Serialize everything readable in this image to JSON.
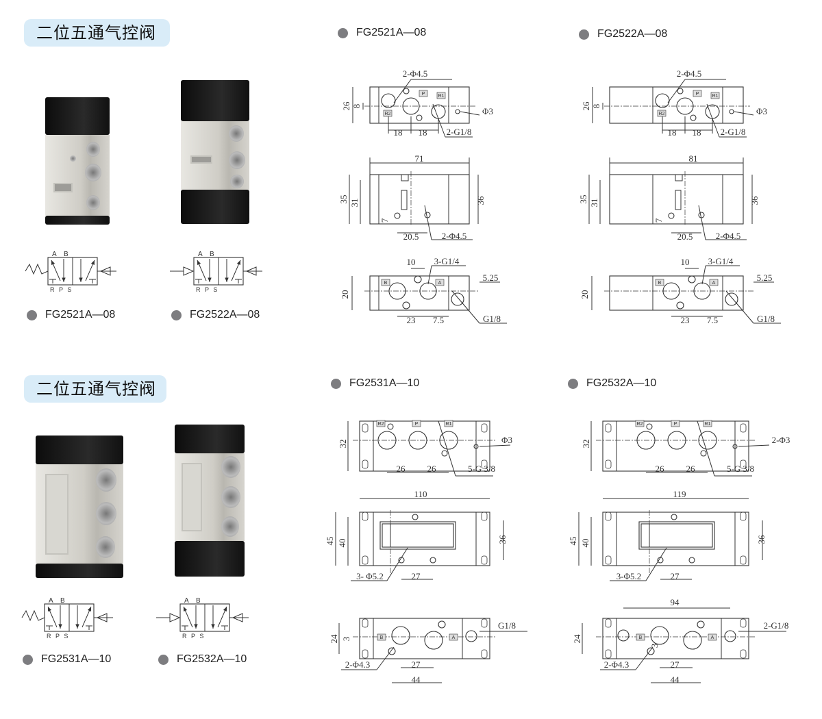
{
  "sections": [
    {
      "title": "二位五通气控阀",
      "products": [
        {
          "model": "FG2521A—08",
          "symbol": {
            "top": [
              "A",
              "B"
            ],
            "bottom": "R P S",
            "actuation": "spring-pilot"
          }
        },
        {
          "model": "FG2522A—08",
          "symbol": {
            "top": [
              "A",
              "B"
            ],
            "bottom": "R P S",
            "actuation": "double-pilot"
          }
        }
      ],
      "drawings": [
        {
          "model": "FG2521A—08",
          "top_view": {
            "labels": [
              "2-Φ4.5",
              "26",
              "8",
              "Φ3",
              "18",
              "18",
              "2-G1/8"
            ],
            "ports": [
              "P",
              "R1",
              "R2"
            ]
          },
          "side_view": {
            "labels": [
              "71",
              "35",
              "31",
              "36",
              "7",
              "20.5",
              "2-Φ4.5"
            ]
          },
          "bottom_view": {
            "labels": [
              "10",
              "3-G1/4",
              "5.25",
              "20",
              "23",
              "7.5",
              "G1/8"
            ],
            "ports": [
              "B",
              "A"
            ]
          }
        },
        {
          "model": "FG2522A—08",
          "top_view": {
            "labels": [
              "2-Φ4.5",
              "26",
              "8",
              "Φ3",
              "18",
              "18",
              "2-G1/8"
            ],
            "ports": [
              "P",
              "R1",
              "R2"
            ]
          },
          "side_view": {
            "labels": [
              "81",
              "35",
              "31",
              "36",
              "7",
              "20.5",
              "2-Φ4.5"
            ]
          },
          "bottom_view": {
            "labels": [
              "10",
              "3-G1/4",
              "5.25",
              "20",
              "23",
              "7.5",
              "G1/8"
            ],
            "ports": [
              "B",
              "A"
            ]
          }
        }
      ]
    },
    {
      "title": "二位五通气控阀",
      "products": [
        {
          "model": "FG2531A—10",
          "symbol": {
            "top": [
              "A",
              "B"
            ],
            "bottom": "R P S",
            "actuation": "spring-pilot"
          }
        },
        {
          "model": "FG2532A—10",
          "symbol": {
            "top": [
              "A",
              "B"
            ],
            "bottom": "R P S",
            "actuation": "double-pilot"
          }
        }
      ],
      "drawings": [
        {
          "model": "FG2531A—10",
          "top_view": {
            "labels": [
              "32",
              "26",
              "26",
              "Φ3",
              "5-G 3/8"
            ],
            "ports": [
              "R2",
              "P",
              "R1"
            ]
          },
          "side_view": {
            "labels": [
              "110",
              "45",
              "40",
              "36",
              "3- Φ5.2",
              "27"
            ]
          },
          "bottom_view": {
            "labels": [
              "24",
              "3",
              "G1/8",
              "2-Φ4.3",
              "27",
              "44"
            ],
            "ports": [
              "B",
              "A"
            ]
          }
        },
        {
          "model": "FG2532A—10",
          "top_view": {
            "labels": [
              "32",
              "26",
              "26",
              "2-Φ3",
              "5-G 3/8"
            ],
            "ports": [
              "R2",
              "P",
              "R1"
            ]
          },
          "side_view": {
            "labels": [
              "119",
              "45",
              "40",
              "36",
              "3-Φ5.2",
              "27"
            ]
          },
          "bottom_view": {
            "labels": [
              "94",
              "24",
              "3",
              "2-G1/8",
              "2-Φ4.3",
              "27",
              "44"
            ],
            "ports": [
              "B",
              "A"
            ]
          }
        }
      ]
    }
  ],
  "colors": {
    "pill": "#d9ecf8",
    "bullet": "#7d7d80",
    "line": "#333333"
  }
}
